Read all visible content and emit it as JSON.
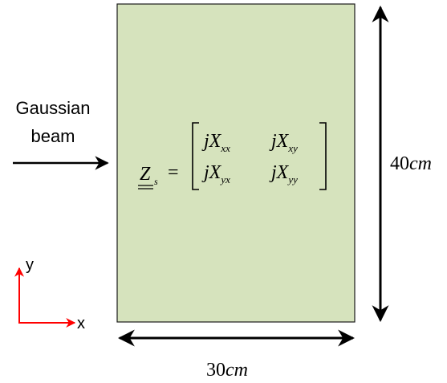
{
  "beam": {
    "line1": "Gaussian",
    "line2": "beam"
  },
  "impedance": {
    "symbol": "Z",
    "subscript": "s",
    "equals": "=",
    "matrix": [
      [
        {
          "base": "jX",
          "sub": "xx"
        },
        {
          "base": "jX",
          "sub": "xy"
        }
      ],
      [
        {
          "base": "jX",
          "sub": "yx"
        },
        {
          "base": "jX",
          "sub": "yy"
        }
      ]
    ]
  },
  "dimensions": {
    "height_value": "40",
    "height_unit": "cm",
    "width_value": "30",
    "width_unit": "cm"
  },
  "axes": {
    "x_label": "x",
    "y_label": "y"
  },
  "colors": {
    "surface_fill": "#d6e3bd",
    "surface_stroke": "#1a1a1a",
    "arrow": "#000000",
    "axes": "#ff0000"
  }
}
